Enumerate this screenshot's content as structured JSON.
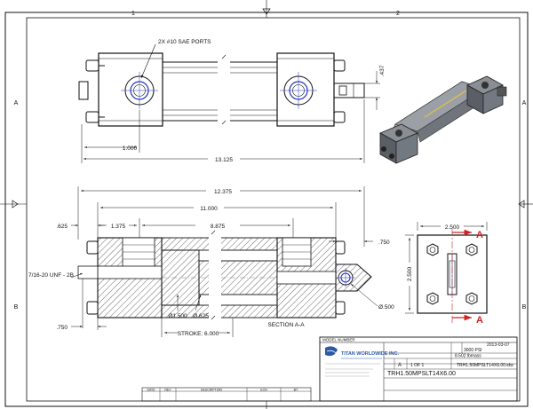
{
  "border": {
    "zone_columns": [
      "1",
      "2"
    ],
    "zone_rows": [
      "A",
      "B"
    ]
  },
  "top_view": {
    "port_note": "2X #10 SAE PORTS",
    "dim_rod_offset": ".437",
    "dim_port_offset": "1.000",
    "dim_overall": "13.125"
  },
  "section_view": {
    "dim_total": "12.375",
    "dim_body": "11.000",
    "dim_left": ".625",
    "dim_port": "1.375",
    "dim_bore_len": "8.875",
    "dim_right": ".750",
    "dim_lower": ".750",
    "thread_note": "7/16-20 UNF - 2B",
    "bore_dia": "Ø1.500",
    "rod_dia": "Ø.625",
    "pin_dia": "Ø.500",
    "stroke": "STROKE: 6.000",
    "section_label": "SECTION A-A"
  },
  "end_view": {
    "dim_width": "2.500",
    "dim_height": "2.500",
    "section_mark": "A"
  },
  "title_block": {
    "model_header": "MODEL NUMBER",
    "company": "TITAN WORLDWIDE INC.",
    "pressure": "3000 PSI",
    "weight": "8.502 lbmass",
    "date": "2013-03-07",
    "size": "A",
    "sheet": "1   OF 1",
    "model_number": "TRH1.50MPSLT14X6.00",
    "file_name": "TRH1.50MPSLT14X6.00.idw"
  },
  "revision_table": {
    "headers": [
      "DATE",
      "REV",
      "DESCRIPTION",
      "ECN",
      "BY"
    ]
  }
}
